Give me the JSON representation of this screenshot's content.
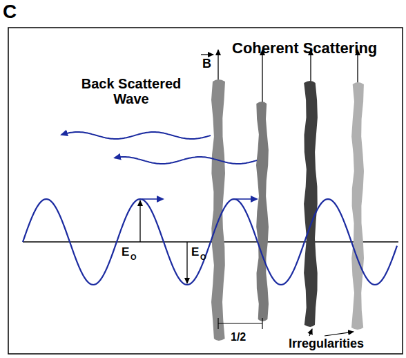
{
  "diagram": {
    "title": "Coherent Scattering",
    "labels": [
      "C",
      "B",
      "Back Scattered Wave",
      "E",
      "O",
      "E",
      "O",
      "1/2",
      "Irregularities"
    ]
  }
}
